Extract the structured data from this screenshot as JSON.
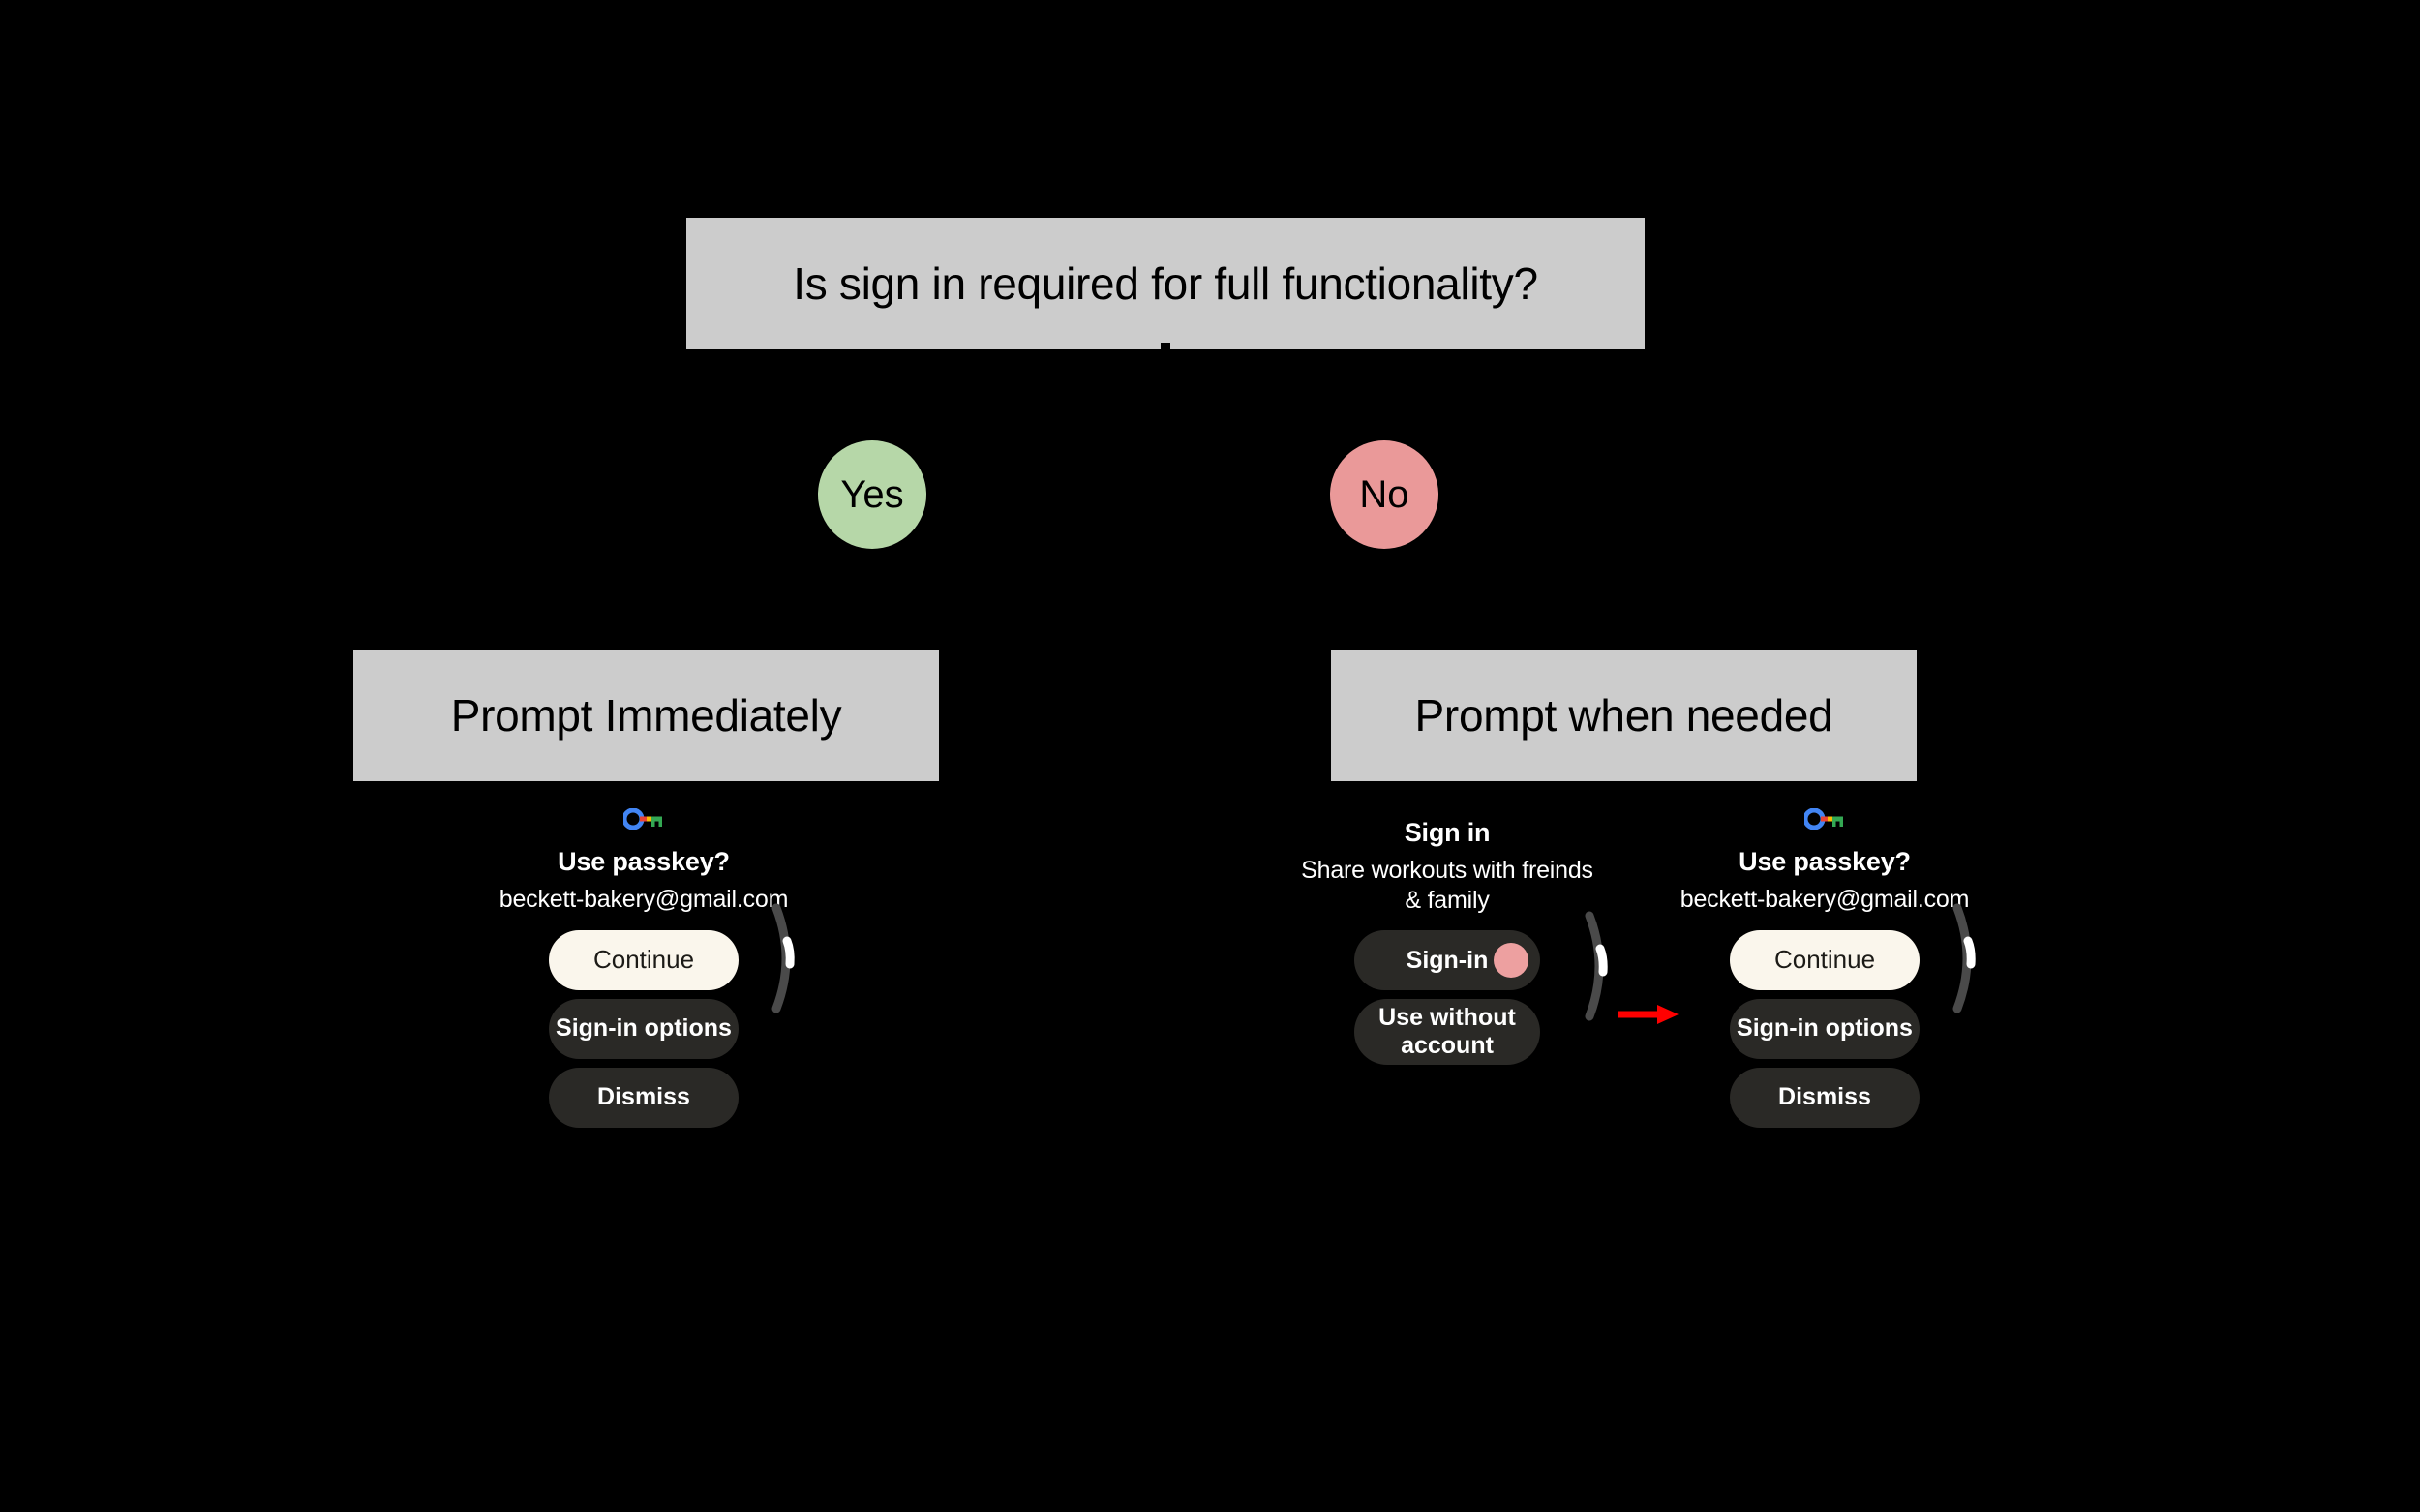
{
  "diagram": {
    "root_question": "Is sign in required for full functionality?",
    "branches": [
      {
        "label": "Yes",
        "color": "#b6d7a8",
        "outcome": "Prompt Immediately"
      },
      {
        "label": "No",
        "color": "#ea9999",
        "outcome": "Prompt when needed"
      }
    ],
    "outcome_left": "Prompt Immediately",
    "outcome_right": "Prompt when needed"
  },
  "mockups": {
    "left": {
      "icon": "google-passkey-icon",
      "title": "Use passkey?",
      "subtitle": "beckett-bakery@gmail.com",
      "buttons": [
        {
          "label": "Continue",
          "style": "primary"
        },
        {
          "label": "Sign-in options",
          "style": "secondary"
        },
        {
          "label": "Dismiss",
          "style": "secondary"
        }
      ]
    },
    "middle": {
      "title": "Sign in",
      "subtitle": "Share workouts with freinds & family",
      "buttons": [
        {
          "label": "Sign-in",
          "style": "secondary",
          "accent_dot": "#eda0a0"
        },
        {
          "label": "Use without account",
          "style": "secondary"
        }
      ]
    },
    "right": {
      "icon": "google-passkey-icon",
      "title": "Use passkey?",
      "subtitle": "beckett-bakery@gmail.com",
      "buttons": [
        {
          "label": "Continue",
          "style": "primary"
        },
        {
          "label": "Sign-in options",
          "style": "secondary"
        },
        {
          "label": "Dismiss",
          "style": "secondary"
        }
      ]
    }
  },
  "annotation": {
    "arrow_color": "#ff0000",
    "points_to": "Continue"
  },
  "colors": {
    "background": "#000000",
    "box_fill": "#cccccc",
    "primary_button": "#faf6ec",
    "secondary_button": "#2a2926",
    "yes": "#b6d7a8",
    "no": "#ea9999"
  }
}
